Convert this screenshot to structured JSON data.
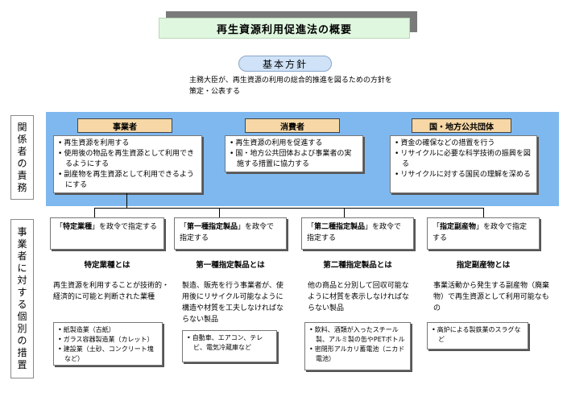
{
  "title": "再生資源利用促進法の概要",
  "policy": {
    "label": "基本方針",
    "description": "主務大臣が、再生資源の利用の総合的推進を図るための方針を策定・公表する"
  },
  "side_labels": {
    "responsibilities": [
      "関",
      "係",
      "者",
      "の",
      "責",
      "務"
    ],
    "measures": [
      "事",
      "業",
      "者",
      "に",
      "対",
      "す",
      "る",
      "個",
      "別",
      "の",
      "措",
      "置"
    ]
  },
  "actors": [
    {
      "name": "事業者",
      "items": [
        "再生資源を利用する",
        "使用後の物品を再生資源として利用できるようにする",
        "副産物を再生資源として利用できるようにする"
      ]
    },
    {
      "name": "消費者",
      "items": [
        "再生資源の利用を促進する",
        "国・地方公共団体および事業者の実施する措置に協力する"
      ]
    },
    {
      "name": "国・地方公共団体",
      "items": [
        "資金の確保などの措置を行う",
        "リサイクルに必要な科学技術の振興を図る",
        "リサイクルに対する国民の理解を深める"
      ]
    }
  ],
  "categories": [
    {
      "name": "特定業種",
      "suffix": "を政令で指定する",
      "def_title": "特定業種とは",
      "definition": "再生資源を利用することが技術的・経済的に可能と判断された業種",
      "examples": [
        "紙製造業（古紙）",
        "ガラス容器製造業（カレット）",
        "建設業（土砂、コンクリート塊など）"
      ]
    },
    {
      "name": "第一種指定製品",
      "suffix": "を政令で指定する",
      "def_title": "第一種指定製品とは",
      "definition": "製造、販売を行う事業者が、使用後にリサイクル可能なように構造や材質を工夫しなければならない製品",
      "examples": [
        "自動車、エアコン、テレビ、電気冷蔵庫など"
      ]
    },
    {
      "name": "第二種指定製品",
      "suffix": "を政令で指定する",
      "def_title": "第二種指定製品とは",
      "definition": "他の商品と分別して回収可能なように材質を表示しなければならない製品",
      "examples": [
        "飲料、酒類が入ったスチール製、アルミ製の缶やPETボトル",
        "密閉形アルカリ蓄電池（ニカド電池）"
      ]
    },
    {
      "name": "指定副産物",
      "suffix": "を政令で指定する",
      "def_title": "指定副産物とは",
      "definition": "事業活動から発生する副産物（廃棄物）で再生資源として利用可能なもの",
      "examples": [
        "高炉による製鉄業のスラグなど"
      ]
    }
  ]
}
